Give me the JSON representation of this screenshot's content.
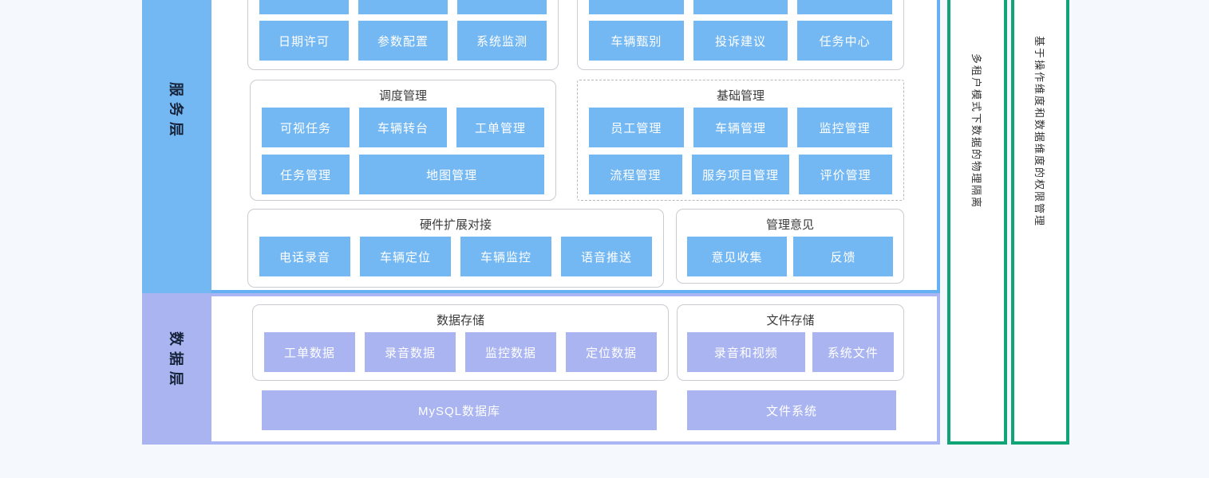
{
  "colors": {
    "service_accent": "#74b8f3",
    "data_accent": "#a9b4f1",
    "note_green": "#11a477"
  },
  "service_layer": {
    "label": "服务层",
    "misc_left": {
      "partial_boxes": [
        "",
        "",
        ""
      ],
      "row": [
        "日期许可",
        "参数配置",
        "系统监测"
      ]
    },
    "misc_right": {
      "partial_boxes": [
        "",
        "",
        ""
      ],
      "row": [
        "车辆甄别",
        "投诉建议",
        "任务中心"
      ]
    },
    "dispatch": {
      "title": "调度管理",
      "row1": [
        "可视任务",
        "车辆转台",
        "工单管理"
      ],
      "row2": [
        "任务管理",
        "地图管理"
      ]
    },
    "basic": {
      "title": "基础管理",
      "row1": [
        "员工管理",
        "车辆管理",
        "监控管理"
      ],
      "row2": [
        "流程管理",
        "服务项目管理",
        "评价管理"
      ]
    },
    "hardware": {
      "title": "硬件扩展对接",
      "row": [
        "电话录音",
        "车辆定位",
        "车辆监控",
        "语音推送"
      ]
    },
    "opinion": {
      "title": "管理意见",
      "row": [
        "意见收集",
        "反馈"
      ]
    }
  },
  "data_layer": {
    "label": "数据层",
    "data_storage": {
      "title": "数据存储",
      "row": [
        "工单数据",
        "录音数据",
        "监控数据",
        "定位数据"
      ]
    },
    "file_storage": {
      "title": "文件存储",
      "row": [
        "录音和视频",
        "系统文件"
      ]
    },
    "db_box": "MySQL数据库",
    "fs_box": "文件系统"
  },
  "side_notes": {
    "note1": "多租户模式下数据的物理隔离",
    "note2": "基于操作维度和数据维度的权限管理"
  }
}
